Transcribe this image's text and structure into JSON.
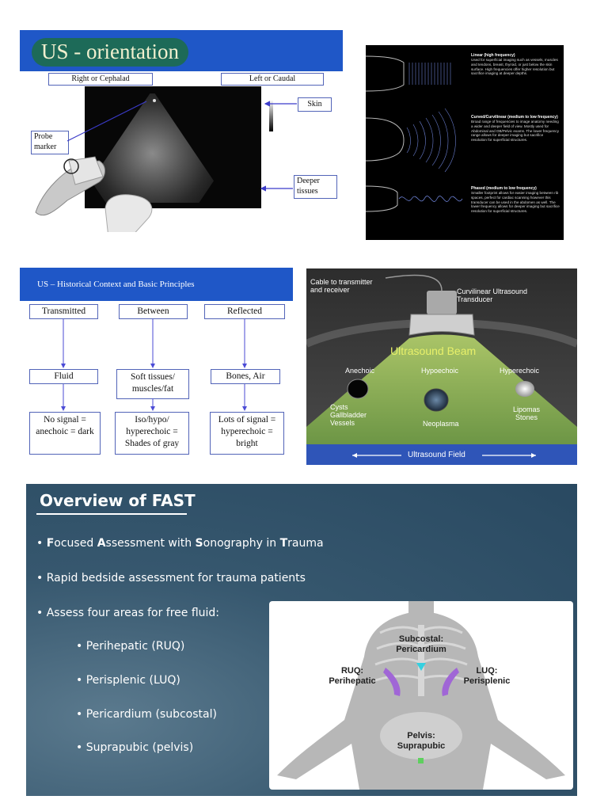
{
  "slide1": {
    "title": "US - orientation",
    "labels": {
      "right": "Right or Cephalad",
      "left": "Left or Caudal",
      "skin": "Skin",
      "probe_marker": "Probe marker",
      "deeper": "Deeper tissues"
    }
  },
  "slide2": {
    "items": [
      {
        "title": "Linear (high frequency)",
        "body": "Used for superficial imaging such as vessels, muscles and tendons, breast, thyroid, or just below the skin surface. High frequencies offer higher resolution but sacrifice imaging at deeper depths."
      },
      {
        "title": "Curved/Curvilinear (medium to low frequency)",
        "body": "Broad range of frequencies to image anatomy needing a wider and deeper field of view. Mostly used for Abdominal and OB/Pelvic exams. The lower frequency range allows for deeper imaging but sacrifice resolution for superficial structures."
      },
      {
        "title": "Phased (medium to low frequency)",
        "body": "Smaller footprint allows for easier imaging between rib spaces, perfect for cardiac scanning however this transducer can be used in the abdomen as well. The lower frequency allows for deeper imaging but sacrifice resolution for superficial structures."
      }
    ]
  },
  "slide3": {
    "title": "US – Historical Context and Basic Principles",
    "columns": [
      {
        "top": "Transmitted",
        "middle": "Fluid",
        "bottom": "No signal = anechoic = dark"
      },
      {
        "top": "Between",
        "middle": "Soft tissues/ muscles/fat",
        "bottom": "Iso/hypo/ hyperechoic = Shades of gray"
      },
      {
        "top": "Reflected",
        "middle": "Bones, Air",
        "bottom": "Lots of  signal = hyperechoic = bright"
      }
    ]
  },
  "slide4": {
    "cable": "Cable to transmitter and receiver",
    "transducer": "Curvilinear Ultrasound Transducer",
    "beam": "Ultrasound Beam",
    "anechoic": "Anechoic",
    "hypoechoic": "Hypoechoic",
    "hyperechoic": "Hyperechoic",
    "cysts": "Cysts Gallbladder Vessels",
    "neoplasma": "Neoplasma",
    "lipomas": "Lipomas Stones",
    "field": "Ultrasound Field"
  },
  "slide5": {
    "title": "Overview of FAST",
    "bullet1": [
      "F",
      "ocused ",
      "A",
      "ssessment with ",
      "S",
      "onography in ",
      "T",
      "rauma"
    ],
    "bullet2": "Rapid bedside assessment for trauma patients",
    "bullet3": "Assess four areas for free fluid:",
    "sub_bullets": [
      "Perihepatic (RUQ)",
      "Perisplenic (LUQ)",
      "Pericardium (subcostal)",
      "Suprapubic (pelvis)"
    ],
    "diagram": {
      "subcostal": "Subcostal: Pericardium",
      "ruq": "RUQ: Perihepatic",
      "luq": "LUQ: Perisplenic",
      "pelvis": "Pelvis: Suprapubic"
    }
  }
}
